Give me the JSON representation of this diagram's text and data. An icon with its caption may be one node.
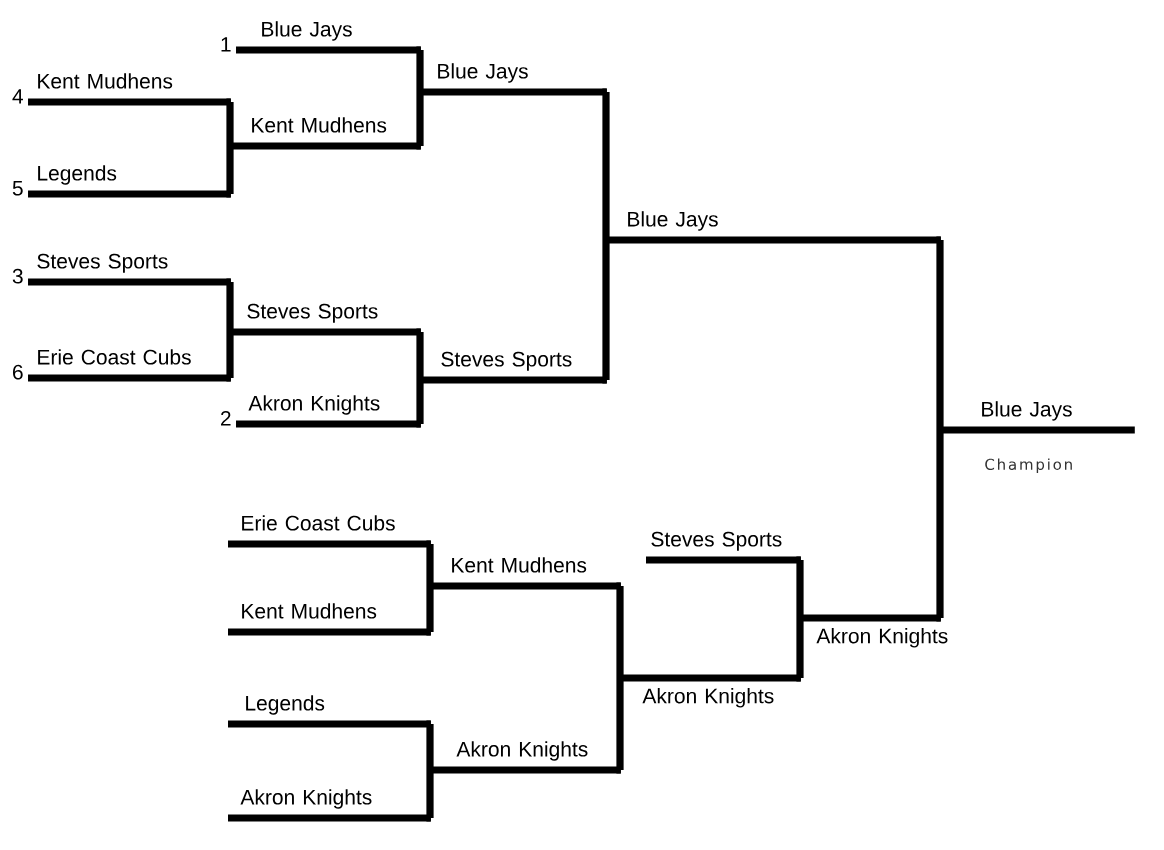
{
  "diagram": {
    "nodes": [
      {
        "text": [
          "Blue Jays"
        ],
        "beside": [
          "1"
        ]
      },
      {
        "text": [
          "Kent Mudhens"
        ],
        "beside": [
          "4"
        ]
      },
      {
        "text": [
          "Legends"
        ],
        "beside": [
          "5"
        ]
      },
      {
        "text": [
          "Kent Mudhens"
        ]
      },
      {
        "text": [
          "Blue Jays"
        ]
      },
      {
        "text": [
          "Steves Sports"
        ],
        "beside": [
          "3"
        ]
      },
      {
        "text": [
          "Erie Coast Cubs"
        ],
        "beside": [
          "6"
        ]
      },
      {
        "text": [
          "Steves Sports"
        ]
      },
      {
        "text": [
          "Akron Knights"
        ],
        "beside": [
          "2"
        ]
      },
      {
        "text": [
          "Steves Sports"
        ]
      },
      {
        "text": [
          "Blue Jays"
        ]
      },
      {
        "text": [
          "Erie Coast Cubs"
        ]
      },
      {
        "text": [
          "Kent Mudhens"
        ]
      },
      {
        "text": [
          "Kent Mudhens"
        ]
      },
      {
        "text": [
          "Legends"
        ]
      },
      {
        "text": [
          "Akron Knights"
        ]
      },
      {
        "text": [
          "Akron Knights"
        ]
      },
      {
        "text": [
          "Akron Knights"
        ]
      },
      {
        "text": [
          "Steves Sports"
        ]
      },
      {
        "text": [
          "Akron Knights"
        ]
      },
      {
        "text": [
          "Blue Jays"
        ],
        "beside": [
          "Champion"
        ]
      }
    ],
    "edges": [
      {
        "from": 0,
        "to": 4,
        "arrow": "none"
      },
      {
        "from": 3,
        "to": 4,
        "arrow": "none"
      },
      {
        "from": 1,
        "to": 3,
        "arrow": "none"
      },
      {
        "from": 2,
        "to": 3,
        "arrow": "none"
      },
      {
        "from": 5,
        "to": 7,
        "arrow": "none"
      },
      {
        "from": 6,
        "to": 7,
        "arrow": "none"
      },
      {
        "from": 7,
        "to": 9,
        "arrow": "none"
      },
      {
        "from": 8,
        "to": 9,
        "arrow": "none"
      },
      {
        "from": 4,
        "to": 10,
        "arrow": "none"
      },
      {
        "from": 9,
        "to": 10,
        "arrow": "none"
      },
      {
        "from": 11,
        "to": 13,
        "arrow": "none"
      },
      {
        "from": 12,
        "to": 13,
        "arrow": "none"
      },
      {
        "from": 14,
        "to": 16,
        "arrow": "none"
      },
      {
        "from": 15,
        "to": 16,
        "arrow": "none"
      },
      {
        "from": 13,
        "to": 17,
        "arrow": "none"
      },
      {
        "from": 16,
        "to": 17,
        "arrow": "none"
      },
      {
        "from": 18,
        "to": 19,
        "arrow": "none"
      },
      {
        "from": 17,
        "to": 19,
        "arrow": "none"
      },
      {
        "from": 10,
        "to": 20,
        "arrow": "none"
      },
      {
        "from": 19,
        "to": 20,
        "arrow": "none"
      }
    ]
  }
}
